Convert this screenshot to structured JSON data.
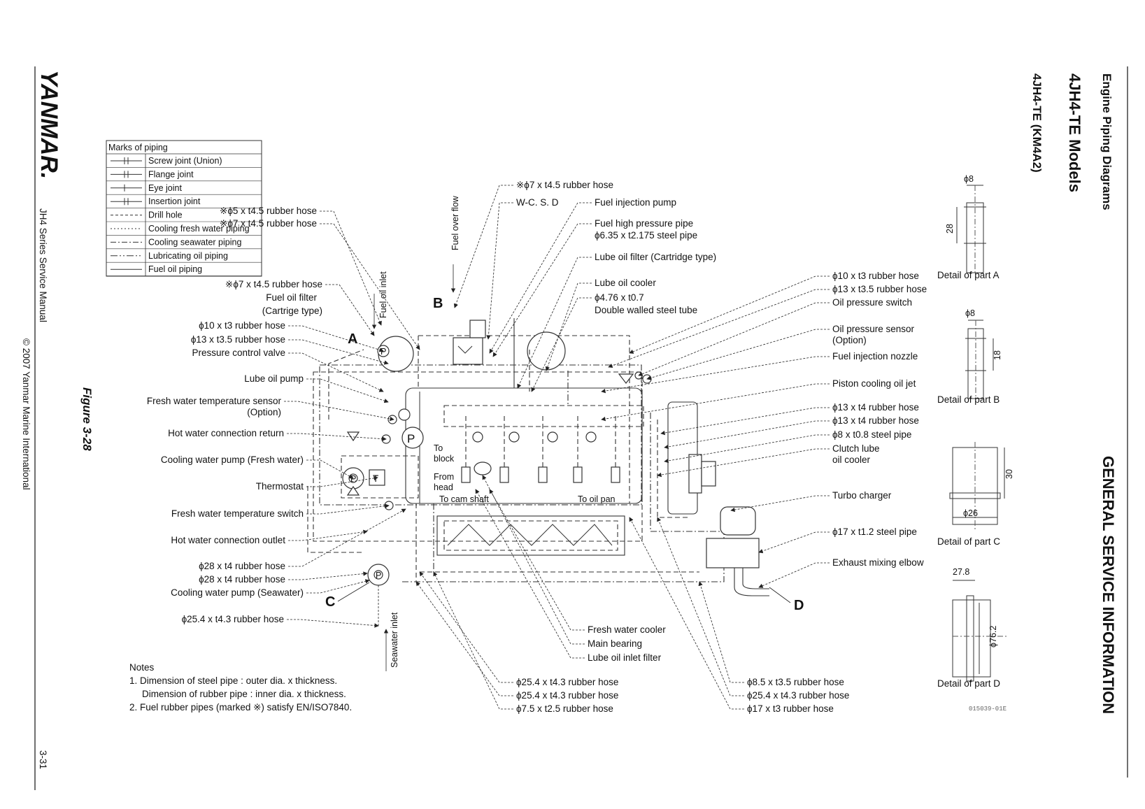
{
  "header": {
    "section": "GENERAL SERVICE INFORMATION",
    "chapter": "Engine Piping Diagrams",
    "models": "4JH4-TE Models",
    "submodel": "4JH4-TE (KM4A2)"
  },
  "footer": {
    "brand": "YANMAR.",
    "manual": "JH4 Series Service Manual",
    "copyright": "© 2007 Yanmar Marine International",
    "page": "3-31",
    "figure": "Figure 3-28",
    "drawing_no": "015039-01E"
  },
  "legend": {
    "title": "Marks of piping",
    "items": [
      "Screw joint (Union)",
      "Flange joint",
      "Eye joint",
      "Insertion joint",
      "Drill hole",
      "Cooling fresh water piping",
      "Cooling seawater piping",
      "Lubricating oil piping",
      "Fuel oil piping"
    ]
  },
  "labels_left": [
    "※ϕ5 x t4.5 rubber hose",
    "※ϕ7 x t4.5 rubber hose",
    "※ϕ7 x t4.5 rubber hose",
    "Fuel oil filter",
    "(Cartrige type)",
    "ϕ10 x t3 rubber hose",
    "ϕ13 x t3.5 rubber hose",
    "Pressure control valve",
    "Lube oil pump",
    "Fresh water temperature sensor",
    "(Option)",
    "Hot water connection return",
    "Cooling water pump (Fresh water)",
    "Thermostat",
    "Fresh water temperature switch",
    "Hot water connection outlet",
    "ϕ28 x t4 rubber hose",
    "ϕ28 x t4 rubber hose",
    "Cooling water pump (Seawater)",
    "ϕ25.4 x t4.3 rubber hose"
  ],
  "labels_top": [
    "※ϕ7 x t4.5 rubber hose",
    "W-C. S. D",
    "Fuel injection pump",
    "Fuel high pressure pipe",
    "ϕ6.35 x t2.175 steel pipe",
    "Lube oil filter (Cartridge type)",
    "Lube oil cooler",
    "ϕ4.76 x t0.7",
    "Double walled steel tube"
  ],
  "labels_right": [
    "ϕ10 x t3 rubber hose",
    "ϕ13 x t3.5 rubber hose",
    "Oil pressure switch",
    "Oil pressure sensor",
    "(Option)",
    "Fuel injection nozzle",
    "Piston cooling oil jet",
    "ϕ13 x t4 rubber hose",
    "ϕ13 x t4 rubber hose",
    "ϕ8 x t0.8 steel pipe",
    "Clutch lube",
    "oil cooler",
    "Turbo charger",
    "ϕ17 x t1.2 steel pipe",
    "Exhaust mixing elbow"
  ],
  "labels_bottom": [
    "Fresh water cooler",
    "Main bearing",
    "Lube oil inlet filter",
    "ϕ25.4 x t4.3 rubber hose",
    "ϕ25.4 x t4.3 rubber hose",
    "ϕ7.5 x t2.5 rubber hose",
    "ϕ8.5 x t3.5 rubber hose",
    "ϕ25.4 x t4.3 rubber hose",
    "ϕ17 x t3 rubber hose"
  ],
  "inner_labels": {
    "to_block_1": "To",
    "to_block_2": "block",
    "from_head_1": "From",
    "from_head_2": "head",
    "to_cam_shaft": "To cam shaft",
    "to_oil_pan": "To oil pan",
    "fuel_over_flow": "Fuel over flow",
    "fuel_oil_inlet": "Fuel oil inlet",
    "seawater_inlet": "Seawater inlet",
    "pump_p": "P",
    "thermostat_t": "T"
  },
  "part_letters": [
    "A",
    "B",
    "C",
    "D"
  ],
  "details": {
    "A": {
      "caption": "Detail of part A",
      "dim1": "ϕ8",
      "dim2": "28"
    },
    "B": {
      "caption": "Detail of part B",
      "dim1": "ϕ8",
      "dim2": "18"
    },
    "C": {
      "caption": "Detail of part C",
      "dim1": "30",
      "dim2": "ϕ26"
    },
    "D": {
      "caption": "Detail of part D",
      "dim1": "27.8",
      "dim2": "ϕ76.2"
    }
  },
  "notes": {
    "title": "Notes",
    "lines": [
      "1. Dimension of steel pipe : outer dia. x thickness.",
      "Dimension of  rubber pipe : inner dia. x thickness.",
      "2. Fuel rubber pipes (marked ※) satisfy EN/ISO7840."
    ]
  }
}
